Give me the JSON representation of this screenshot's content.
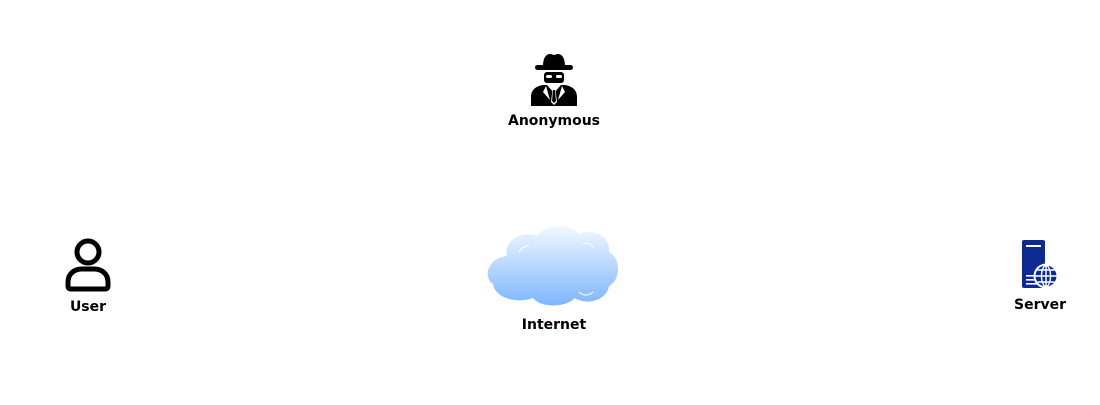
{
  "nodes": {
    "anonymous": {
      "label": "Anonymous",
      "icon": "spy-icon",
      "color": "#000000"
    },
    "user": {
      "label": "User",
      "icon": "user-icon",
      "color": "#000000"
    },
    "internet": {
      "label": "Internet",
      "icon": "cloud-icon",
      "colors": {
        "top": "#f2f8ff",
        "bottom": "#7fb6ff"
      }
    },
    "server": {
      "label": "Server",
      "icon": "web-server-icon",
      "color": "#0d2a93"
    }
  }
}
